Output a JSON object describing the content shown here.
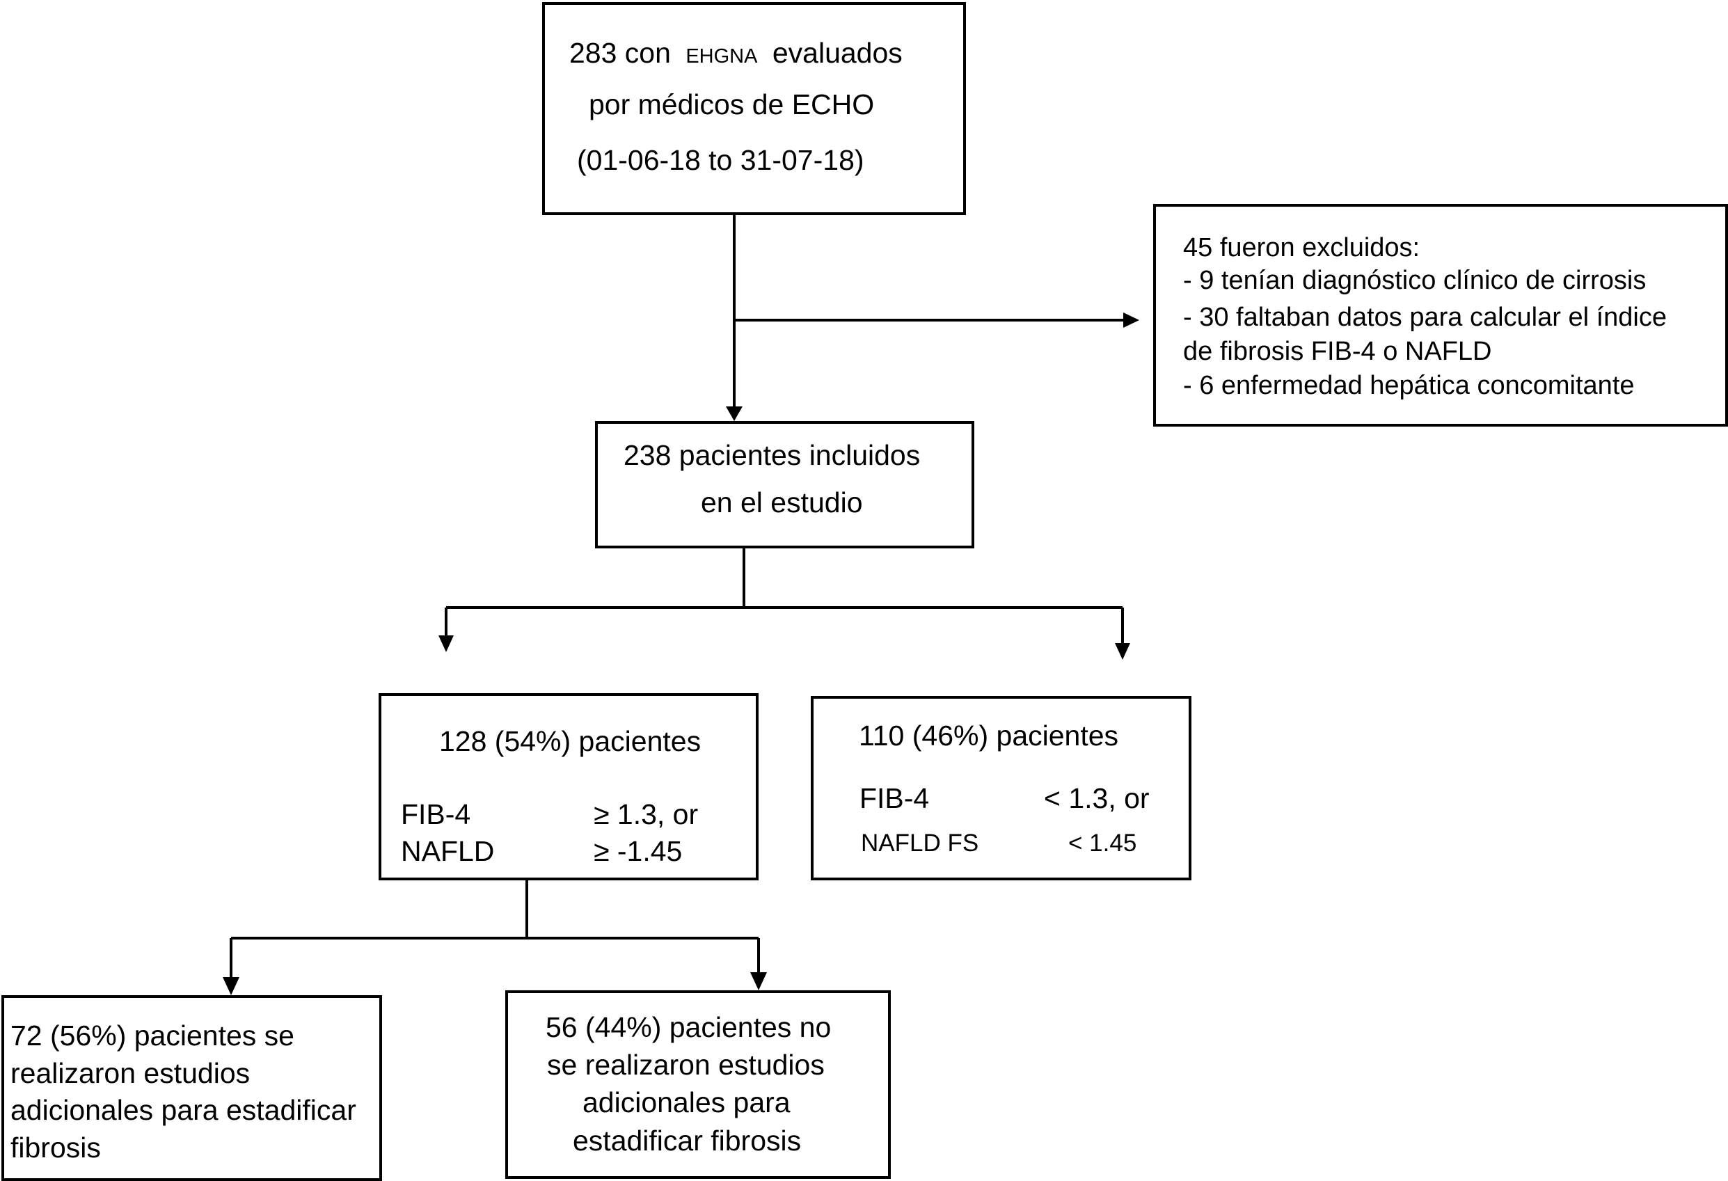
{
  "start_box": {
    "line1_a": "283 con",
    "line1_abbrev": "EHGNA",
    "line1_b": "evaluados",
    "line2": "por médicos de ECHO",
    "line3": "(01-06-18 to 31-07-18)"
  },
  "excluded_box": {
    "title": "45 fueron excluidos:",
    "items": [
      "- 9 tenían diagnóstico clínico de cirrosis",
      "- 30 faltaban datos para calcular el índice",
      "de fibrosis FIB-4 o NAFLD",
      "- 6 enfermedad hepática concomitante"
    ]
  },
  "included_box": {
    "line1": "238 pacientes incluidos",
    "line2": "en el estudio"
  },
  "high_risk_box": {
    "count": "128 (54%) pacientes",
    "fib4_label": "FIB-4",
    "fib4_value": "≥ 1.3, or",
    "nafld_label": "NAFLD",
    "nafld_value": "≥ -1.45"
  },
  "low_risk_box": {
    "count": "110 (46%) pacientes",
    "fib4_label": "FIB-4",
    "fib4_value": "< 1.3, or",
    "nafld_label": "NAFLD FS",
    "nafld_value": "< 1.45"
  },
  "additional_studies_box": {
    "lines": [
      "72 (56%) pacientes se",
      "realizaron estudios",
      "adicionales para estadificar",
      "fibrosis"
    ]
  },
  "no_additional_studies_box": {
    "lines": [
      "56 (44%) pacientes no",
      "se realizaron estudios",
      "adicionales para",
      "estadificar fibrosis"
    ]
  },
  "colors": {
    "line": "#000000",
    "background": "#ffffff"
  }
}
